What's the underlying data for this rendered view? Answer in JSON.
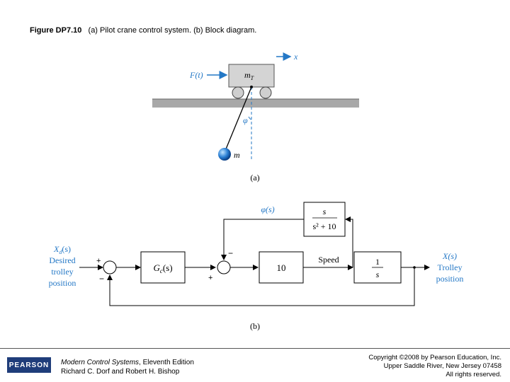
{
  "caption": {
    "figure_id": "Figure DP7.10",
    "text": "(a) Pilot crane control system. (b) Block diagram."
  },
  "part_a": {
    "x_label": "x",
    "force_label": "F(t)",
    "trolley_label": "m",
    "trolley_sub": "T",
    "angle_label": "φ",
    "bob_label": "m",
    "tag": "(a)"
  },
  "part_b": {
    "input_label_1": "X",
    "input_sub": "d",
    "input_label_2": "(s)",
    "input_desc": [
      "Desired",
      "trolley",
      "position"
    ],
    "controller": "G",
    "controller_sub": "c",
    "controller_arg": "(s)",
    "gain": "10",
    "speed_label": "Speed",
    "integrator_num": "1",
    "integrator_den": "s",
    "feedback_num": "s",
    "feedback_den": "s² + 10",
    "phi_label": "φ(s)",
    "output_label": "X(s)",
    "output_desc": [
      "Trolley",
      "position"
    ],
    "sum1_plus": "+",
    "sum1_minus": "−",
    "sum2_minus": "−",
    "sum2_plus": "+",
    "tag": "(b)"
  },
  "footer": {
    "logo": "PEARSON",
    "book_title": "Modern Control Systems",
    "book_edition": ", Eleventh Edition",
    "authors": "Richard C. Dorf and Robert H. Bishop",
    "copyright_1": "Copyright ©2008 by Pearson Education, Inc.",
    "copyright_2": "Upper Saddle River, New Jersey 07458",
    "copyright_3": "All rights reserved."
  },
  "colors": {
    "ground": "#a8a8a8",
    "trolley": "#d4d4d4",
    "bob": "#2a7fd4",
    "accent_blue": "#2478c6",
    "logo_bg": "#1f3d7a"
  }
}
